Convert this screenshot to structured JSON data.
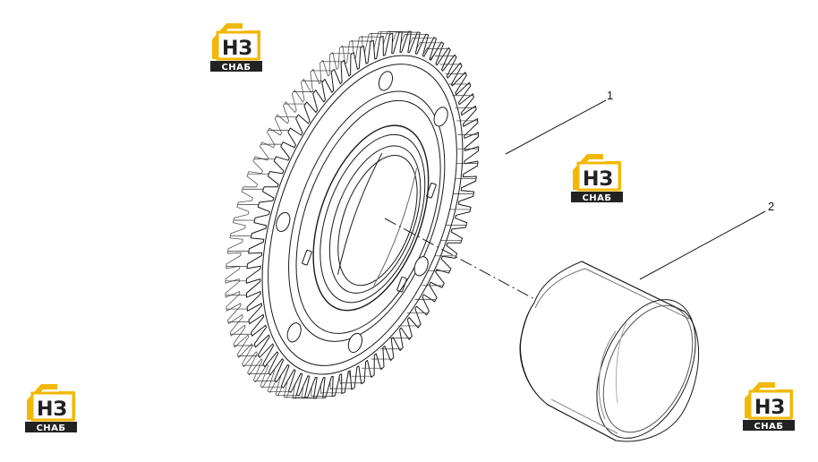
{
  "callouts": [
    {
      "label": "1"
    },
    {
      "label": "2"
    }
  ],
  "logo": {
    "top_text": "НЗ",
    "bottom_text": "СНАБ",
    "accent_color": "#f2b807",
    "dark_color": "#222222"
  },
  "parts": [
    {
      "callout": "1",
      "name": "gear-icon"
    },
    {
      "callout": "2",
      "name": "bushing-icon"
    }
  ]
}
